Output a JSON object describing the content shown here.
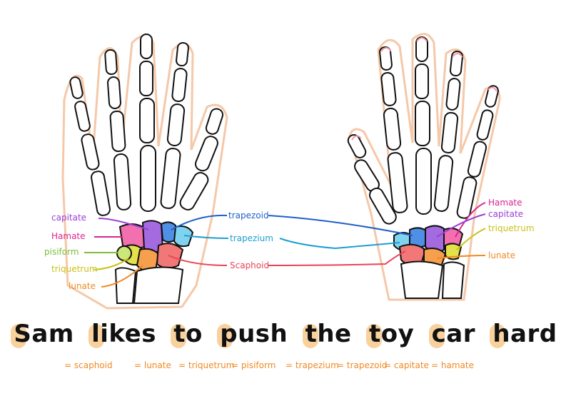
{
  "left_labels": [
    {
      "id": "capitate",
      "text": "capitate",
      "color": "#9b3fd4"
    },
    {
      "id": "hamate",
      "text": "Hamate",
      "color": "#d9258f"
    },
    {
      "id": "pisiform",
      "text": "pisiform",
      "color": "#7bbf3a"
    },
    {
      "id": "triquetrum",
      "text": "triquetrum",
      "color": "#c9c21a"
    },
    {
      "id": "lunate",
      "text": "lunate",
      "color": "#f08a24"
    }
  ],
  "center_labels": [
    {
      "id": "trapezoid",
      "text": "trapezoid",
      "color": "#1f5fc9"
    },
    {
      "id": "trapezium",
      "text": "trapezium",
      "color": "#1ea0cf"
    },
    {
      "id": "scaphoid",
      "text": "Scaphoid",
      "color": "#e8455a"
    }
  ],
  "right_labels": [
    {
      "id": "hamate",
      "text": "Hamate",
      "color": "#d9258f"
    },
    {
      "id": "capitate",
      "text": "capitate",
      "color": "#9b3fd4"
    },
    {
      "id": "triquetrum",
      "text": "triquetrum",
      "color": "#c9c21a"
    },
    {
      "id": "lunate",
      "text": "lunate",
      "color": "#f08a24"
    }
  ],
  "mnemonic": [
    "Sam",
    "likes",
    "to",
    "push",
    "the",
    "toy",
    "car",
    "hard"
  ],
  "key": [
    "= scaphoid",
    "= lunate",
    "= triquetrum",
    "= pisiform",
    "= trapezium",
    "= trapezoid",
    "= capitate",
    "= hamate"
  ],
  "colors": {
    "capitate": "#a46be0",
    "hamate": "#f26fb0",
    "pisiform": "#cde87a",
    "triquetrum": "#e4e24a",
    "lunate": "#f6a04d",
    "scaphoid": "#f27777",
    "trapezium": "#7fd3ee",
    "trapezoid": "#4f8fe6",
    "outline": "#f5c8a8",
    "highlight": "#f7c98c"
  }
}
